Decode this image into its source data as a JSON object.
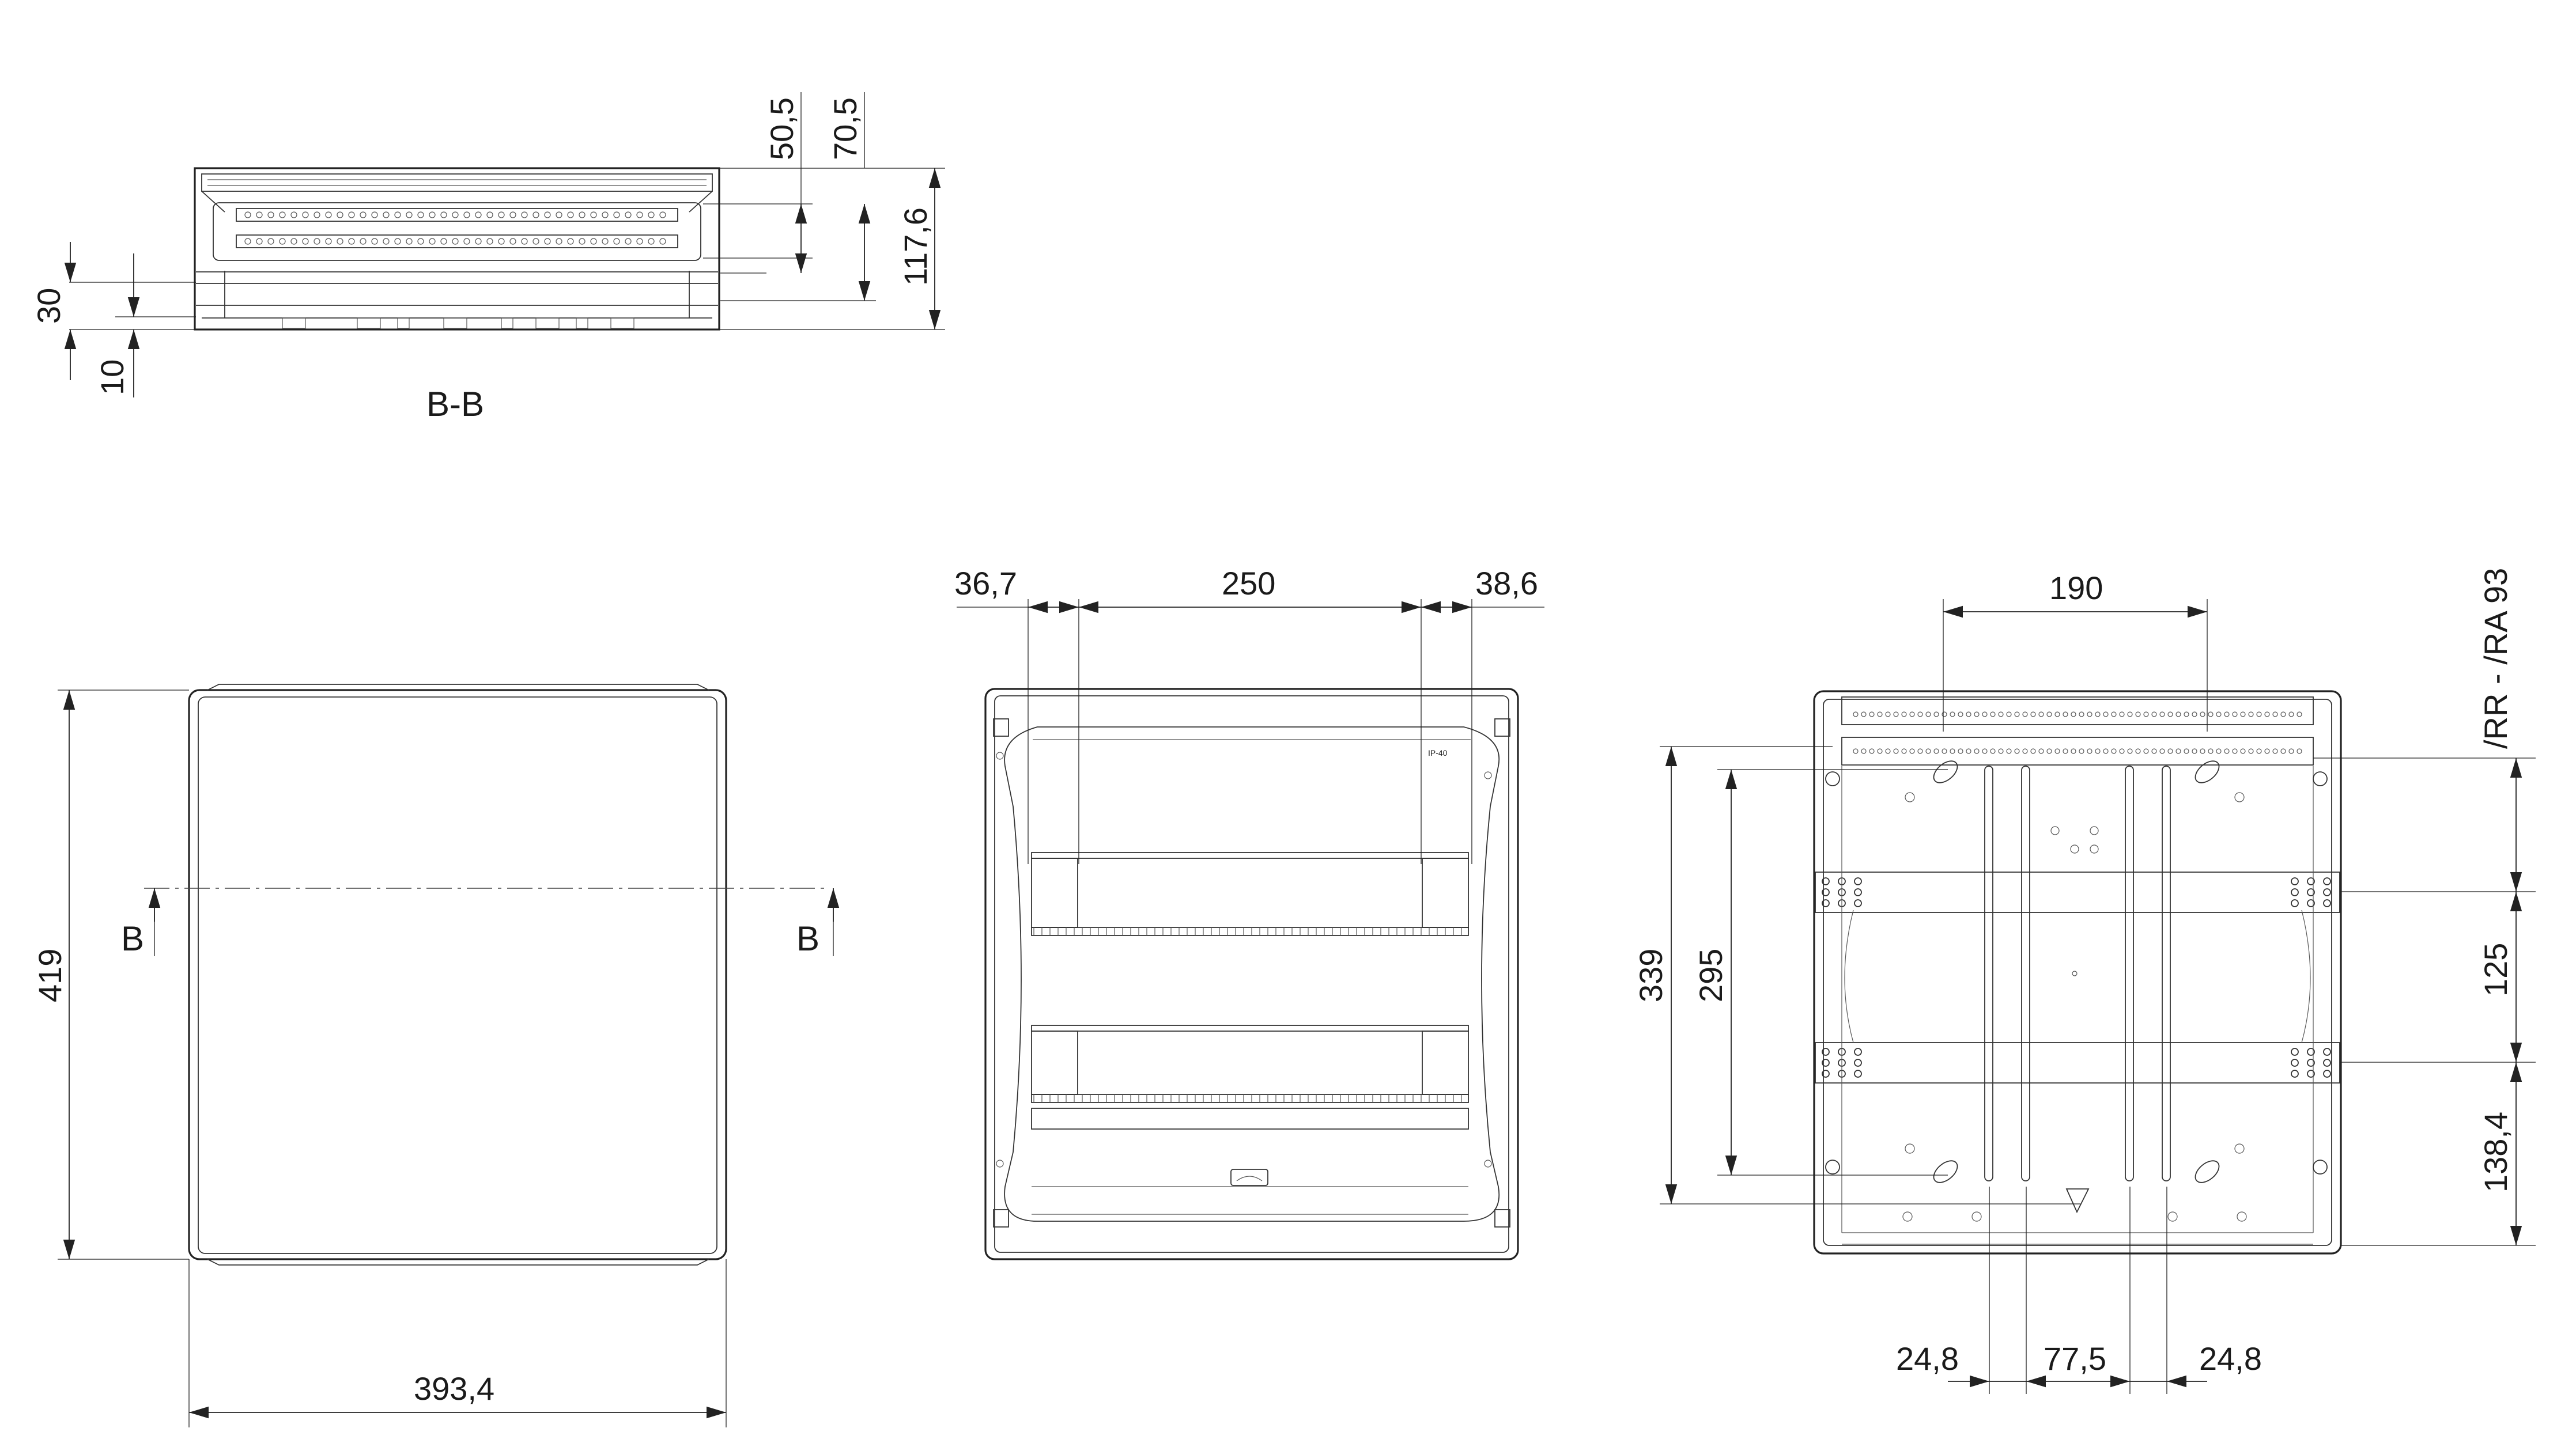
{
  "section": {
    "title": "B-B"
  },
  "cut_labels": {
    "left": "B",
    "right": "B"
  },
  "dims": {
    "d50_5": "50,5",
    "d70_5": "70,5",
    "d117_6": "117,6",
    "d30": "30",
    "d10": "10",
    "d419": "419",
    "d393_4": "393,4",
    "d36_7": "36,7",
    "d250": "250",
    "d38_6": "38,6",
    "d190": "190",
    "d339": "339",
    "d295": "295",
    "d125": "125",
    "d138_4": "138,4",
    "d24_8_left": "24,8",
    "d77_5": "77,5",
    "d24_8_right": "24,8",
    "rail_note": "/RR - /RA  93"
  },
  "markings": {
    "ip_rating": "IP-40"
  }
}
